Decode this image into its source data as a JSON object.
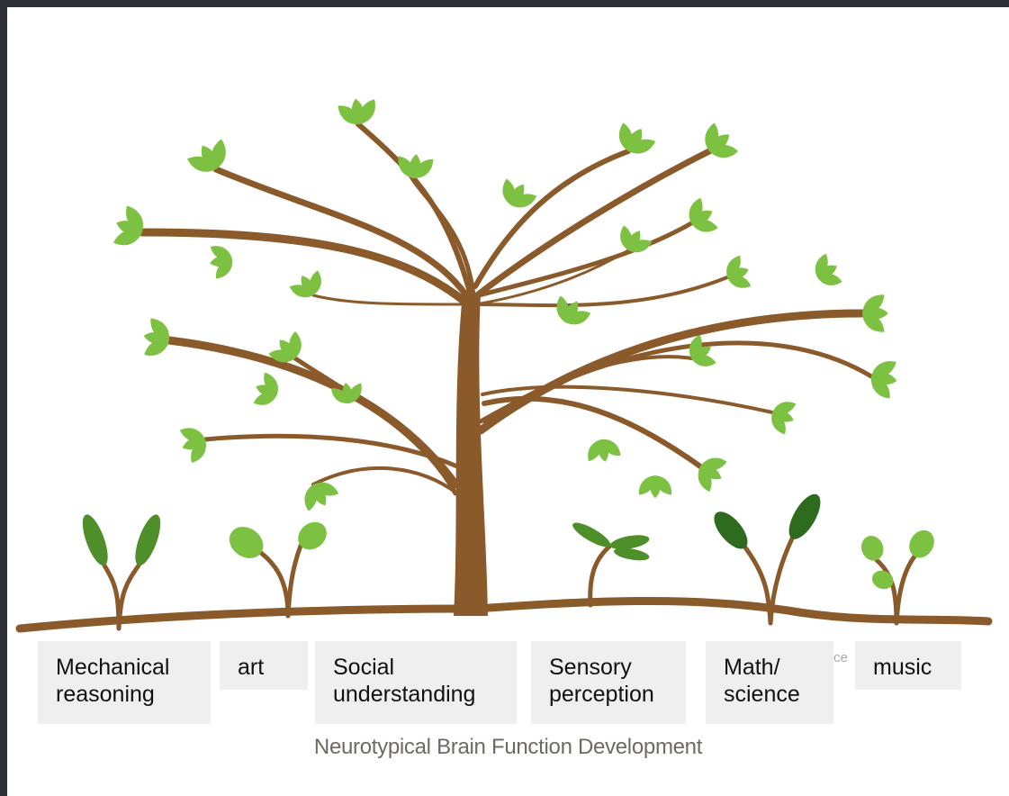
{
  "caption": "Neurotypical Brain Function Development",
  "hidden_fragment": "ce",
  "labels": [
    {
      "id": "mechanical",
      "lines": [
        "Mechanical",
        "reasoning"
      ]
    },
    {
      "id": "art",
      "lines": [
        "art"
      ]
    },
    {
      "id": "social",
      "lines": [
        "Social",
        "understanding"
      ]
    },
    {
      "id": "sensory",
      "lines": [
        "Sensory",
        "perception"
      ]
    },
    {
      "id": "math",
      "lines": [
        "Math/",
        "science"
      ]
    },
    {
      "id": "music",
      "lines": [
        "music"
      ]
    }
  ],
  "colors": {
    "trunk": "#8b5a2b",
    "leaf": "#7dc142",
    "leaf_dark": "#4f8f2a",
    "fern": "#2f6b1e",
    "ground": "#8b5a2b",
    "label_bg": "#efefef",
    "caption": "#6f6a60",
    "outer_bg": "#2d2f36"
  }
}
